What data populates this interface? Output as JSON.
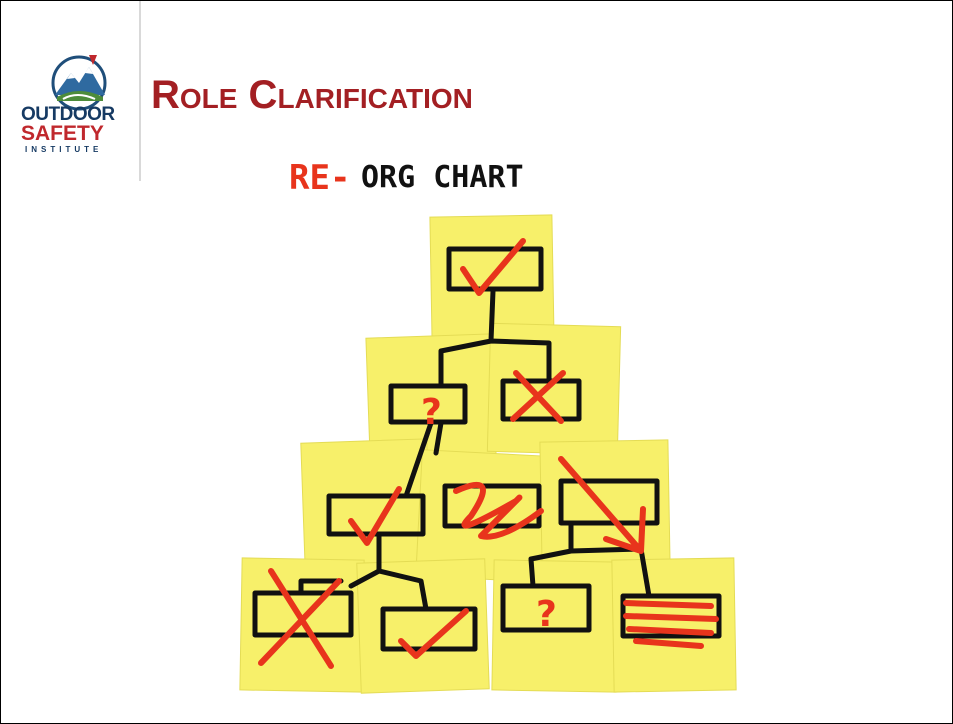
{
  "slide": {
    "title": "Role Clarification"
  },
  "logo": {
    "line1": "OUTDOOR",
    "line2": "SAFETY",
    "line3": "INSTITUTE"
  },
  "illustration": {
    "heading_part1": "RE-",
    "heading_part2": "ORG CHART",
    "question_mark": "?"
  },
  "colors": {
    "title": "#a31f23",
    "sticky_note": "#f7f06a",
    "marker_red": "#e8341c",
    "ink_black": "#111111"
  }
}
